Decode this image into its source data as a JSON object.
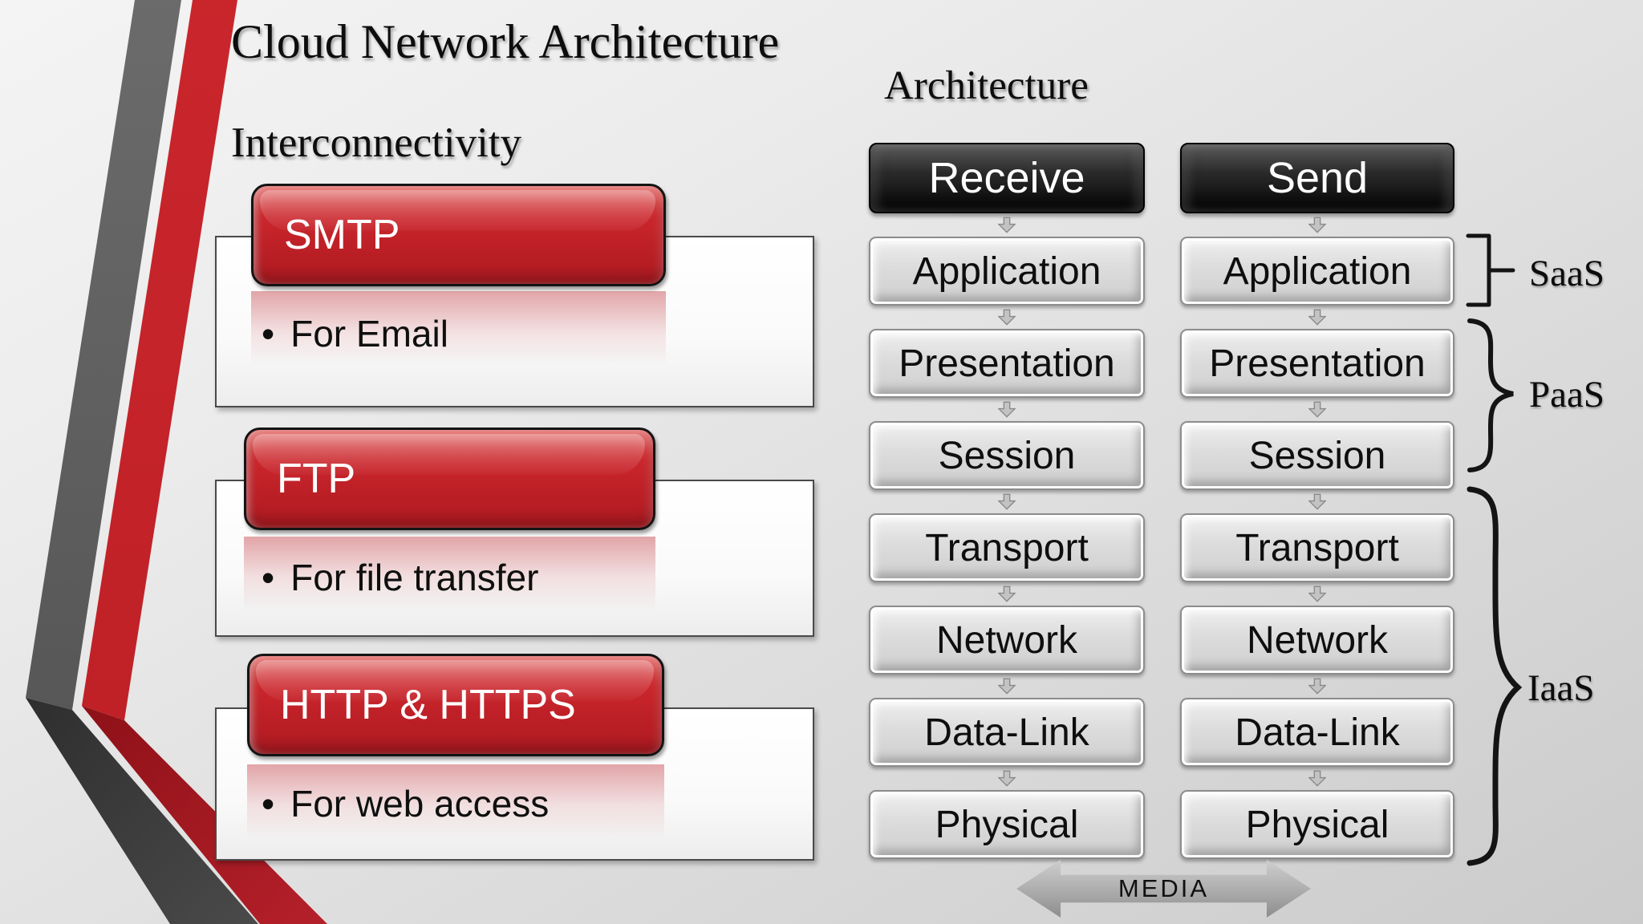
{
  "slide": {
    "title": "Cloud Network Architecture"
  },
  "interconnectivity": {
    "heading": "Interconnectivity",
    "bullet_glyph": "•",
    "items": [
      {
        "protocol": "SMTP",
        "description": "For Email"
      },
      {
        "protocol": "FTP",
        "description": "For file transfer"
      },
      {
        "protocol": "HTTP & HTTPS",
        "description": "For web access"
      }
    ]
  },
  "architecture": {
    "heading": "Architecture",
    "columns": [
      {
        "header": "Receive",
        "layers": [
          "Application",
          "Presentation",
          "Session",
          "Transport",
          "Network",
          "Data-Link",
          "Physical"
        ]
      },
      {
        "header": "Send",
        "layers": [
          "Application",
          "Presentation",
          "Session",
          "Transport",
          "Network",
          "Data-Link",
          "Physical"
        ]
      }
    ],
    "service_models": [
      {
        "label": "SaaS"
      },
      {
        "label": "PaaS"
      },
      {
        "label": "IaaS"
      }
    ],
    "media_label": "MEDIA"
  },
  "colors": {
    "accent_red": "#c22026",
    "accent_red_dark": "#9d151c",
    "header_black": "#1b1b1b",
    "layer_gray": "#d6d6d6",
    "ribbon_gray": "#5f5f5f",
    "background_gray": "#e2e2e2"
  }
}
